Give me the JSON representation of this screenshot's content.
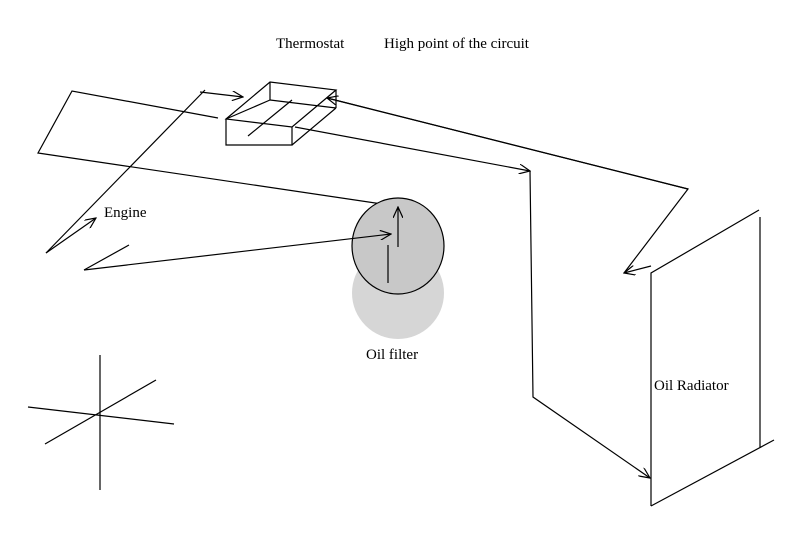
{
  "labels": {
    "thermostat": "Thermostat",
    "high_point": "High point of the circuit",
    "engine": "Engine",
    "oil_filter": "Oil filter",
    "oil_radiator": "Oil Radiator"
  },
  "colors": {
    "line": "#000000",
    "filter_body": "#c8c8c8",
    "filter_shadow": "#d6d6d6",
    "background": "#ffffff"
  }
}
